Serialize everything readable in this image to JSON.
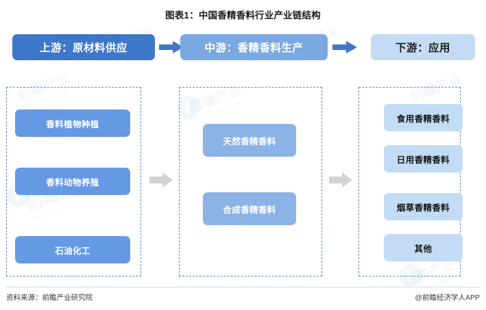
{
  "chart_data": {
    "type": "diagram",
    "title": "图表1：中国香精香料行业产业链结构",
    "diagram_kind": "industry-value-chain",
    "stages": [
      {
        "id": "upstream",
        "header": "上游：原材料供应",
        "header_style": "dark-blue",
        "nodes": [
          "香料植物种植",
          "香料动物养殖",
          "石油化工"
        ]
      },
      {
        "id": "midstream",
        "header": "中游：香精香料生产",
        "header_style": "medium-blue",
        "nodes": [
          "天然香精香料",
          "合成香精香料"
        ]
      },
      {
        "id": "downstream",
        "header": "下游：应用",
        "header_style": "light-blue",
        "nodes": [
          "食用香精香料",
          "日用香精香料",
          "烟草香精香料",
          "其他"
        ]
      }
    ],
    "connectors": [
      {
        "from": "upstream",
        "to": "midstream",
        "kind": "arrow-right",
        "color": "#3d77c9"
      },
      {
        "from": "midstream",
        "to": "downstream",
        "kind": "arrow-right",
        "color": "#3d77c9"
      },
      {
        "from": "upstream-body",
        "to": "midstream-body",
        "kind": "arrow-right",
        "color": "#d2d2d2"
      },
      {
        "from": "midstream-body",
        "to": "downstream-body",
        "kind": "arrow-right",
        "color": "#d2d2d2"
      }
    ]
  },
  "title": "图表1：中国香精香料行业产业链结构",
  "headers": {
    "upstream": "上游：原材料供应",
    "midstream": "中游：香精香料生产",
    "downstream": "下游：应用"
  },
  "upstream": {
    "nodes": [
      {
        "label": "香料植物种植"
      },
      {
        "label": "香料动物养殖"
      },
      {
        "label": "石油化工"
      }
    ]
  },
  "midstream": {
    "nodes": [
      {
        "label": "天然香精香料"
      },
      {
        "label": "合成香精香料"
      }
    ]
  },
  "downstream": {
    "nodes": [
      {
        "label": "食用香精香料"
      },
      {
        "label": "日用香精香料"
      },
      {
        "label": "烟草香精香料"
      },
      {
        "label": "其他"
      }
    ]
  },
  "watermark": {
    "brand": "前瞻产业",
    "sub": "中国产业咨询领导者",
    "logo_icon": "qianzhan-logo-icon"
  },
  "footer": {
    "source": "资料来源：前瞻产业研究院",
    "attribution": "@前瞻经济学人APP"
  },
  "colors": {
    "header_upstream": "#3d77c9",
    "header_midstream": "#7aa8e0",
    "header_downstream": "#c3dcf3",
    "node_upstream": "#6699e4",
    "node_midstream": "#8cb3e6",
    "node_downstream": "#c3dcf5",
    "dashed_border": "#5b86c4",
    "arrow_blue": "#3d77c9",
    "arrow_gray": "#d2d2d2"
  }
}
